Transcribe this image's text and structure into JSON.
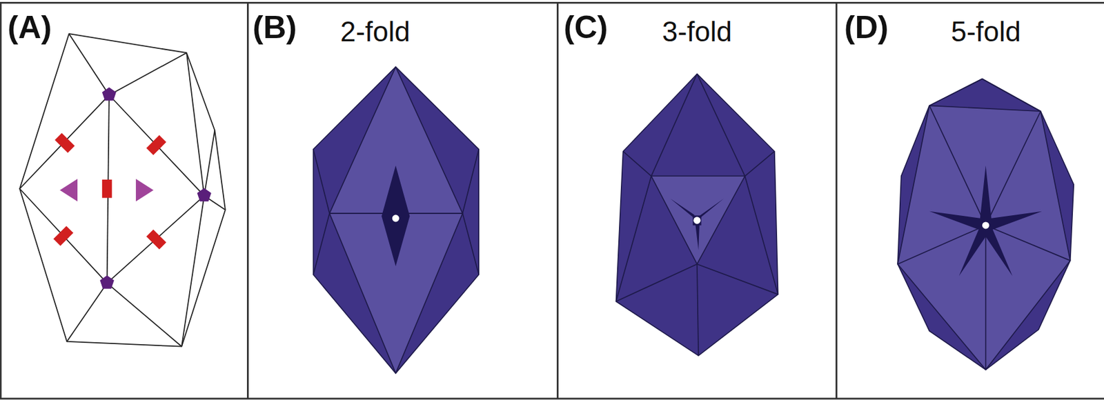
{
  "diagram": {
    "labels": [
      "(A)",
      "(B)",
      "2-fold",
      "(C)",
      "3-fold",
      "(D)",
      "5-fold"
    ]
  }
}
